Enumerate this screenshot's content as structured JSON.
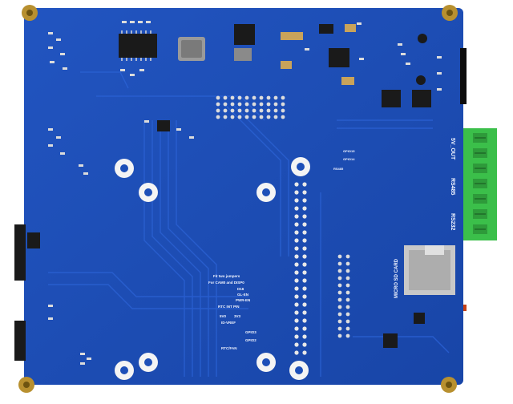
{
  "colors": {
    "pcb": "#1d4fb8",
    "pcb_dark": "#163f98",
    "silk": "#f2f5ff",
    "terminal": "#3bbf4a",
    "copper": "#c9a35a",
    "chip": "#1a1a1a"
  },
  "silkscreen": {
    "port_5v_out": "5V_OUT",
    "port_rs485": "RS485",
    "port_rs232": "RS232",
    "micro_sd_card": "MICRO SD CARD",
    "jumper_note_1": "Fit two jumpers",
    "jumper_note_2": "For CAM0 and DISP0",
    "d16": "D16",
    "gl_en": "GL-EN",
    "pwr_en": "PWR-EN",
    "rtc_int": "RTC INT PIN",
    "v5": "5V0",
    "v3": "3V3",
    "id_vref": "ID-VREF",
    "scl_gpio3": "GPIO3",
    "sda_gpio2": "GPIO2",
    "rtc_fan": "RTC/FAN",
    "gpio15": "GPIO15",
    "gpio14": "GPIO14",
    "rs485": "RS485"
  },
  "icons": [
    "mounting-hole",
    "screw-terminal",
    "sd-card-slot",
    "ic-chip"
  ]
}
